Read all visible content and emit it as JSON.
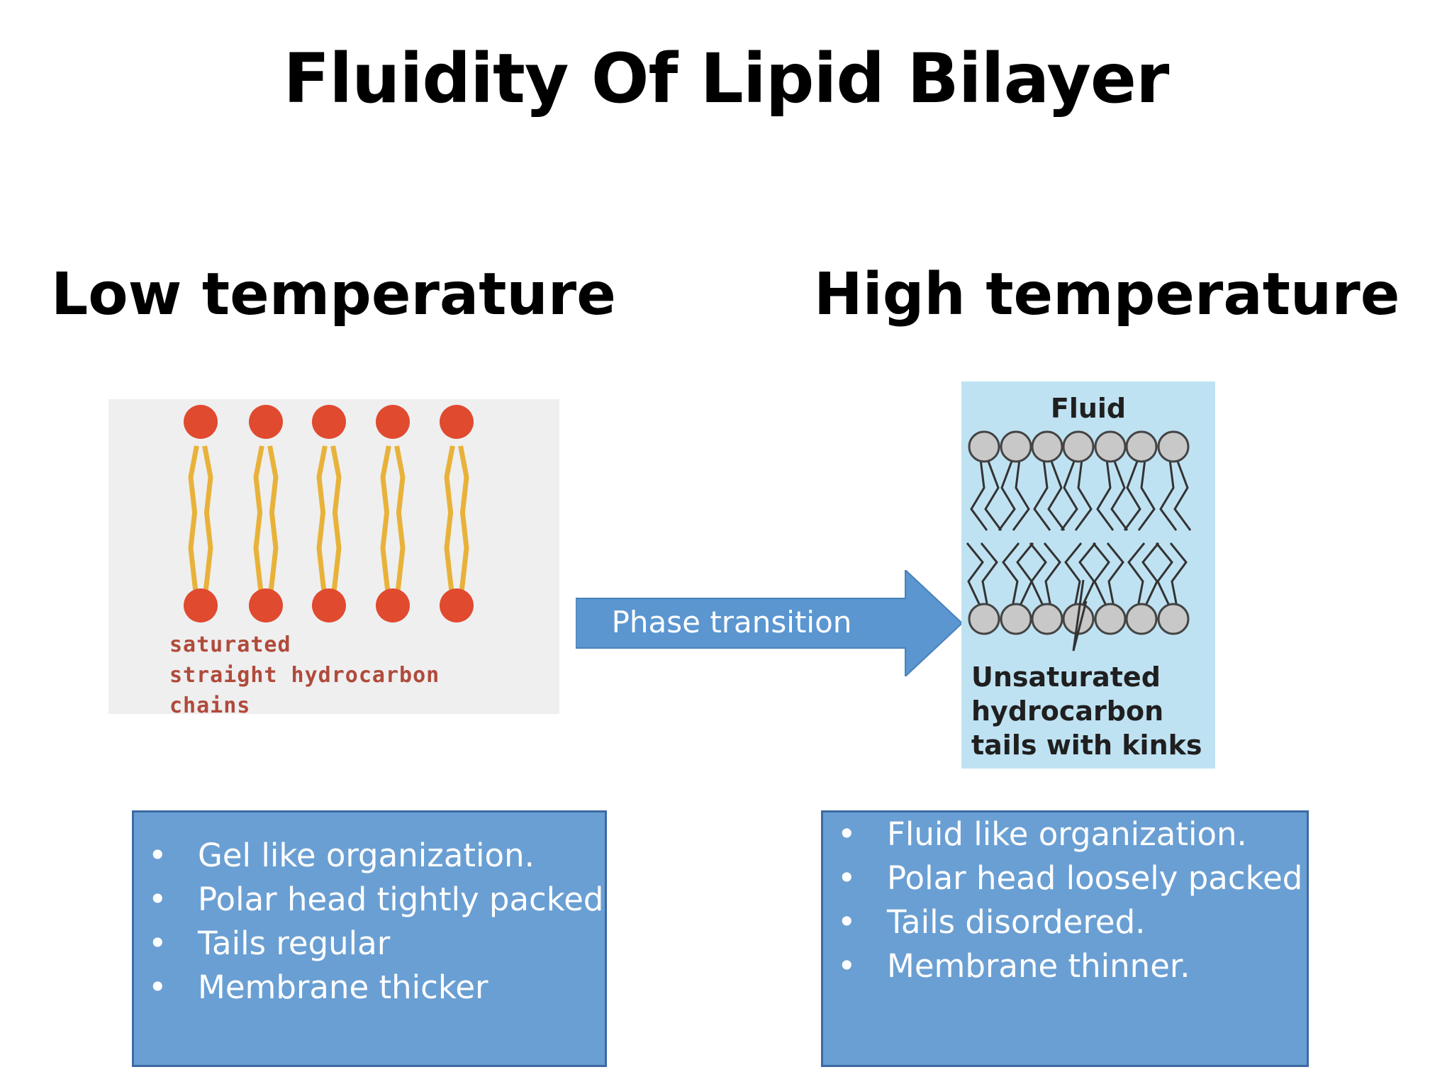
{
  "title": "Fluidity Of Lipid Bilayer",
  "low": {
    "heading": "Low temperature",
    "caption_lines": [
      "saturated",
      "straight hydrocarbon",
      "chains"
    ],
    "bullets": [
      "Gel like organization.",
      "Polar head tightly packed.",
      "Tails  regular",
      "Membrane thicker"
    ]
  },
  "high": {
    "heading": "High temperature",
    "diagram_label": "Fluid",
    "caption_lines": [
      "Unsaturated",
      "hydrocarbon",
      "tails with kinks"
    ],
    "bullets": [
      "Fluid like organization.",
      "Polar head loosely packed",
      "Tails  disordered.",
      "Membrane thinner."
    ]
  },
  "arrow_label": "Phase transition",
  "colors": {
    "box_fill": "#6a9fd3",
    "box_border": "#3d6aa5",
    "arrow_fill": "#5b96d0",
    "head_red": "#e04a2f",
    "tail_yellow": "#e8b23a",
    "diagram_blue_bg": "#bfe2f2",
    "head_gray": "#c8c8c8"
  }
}
